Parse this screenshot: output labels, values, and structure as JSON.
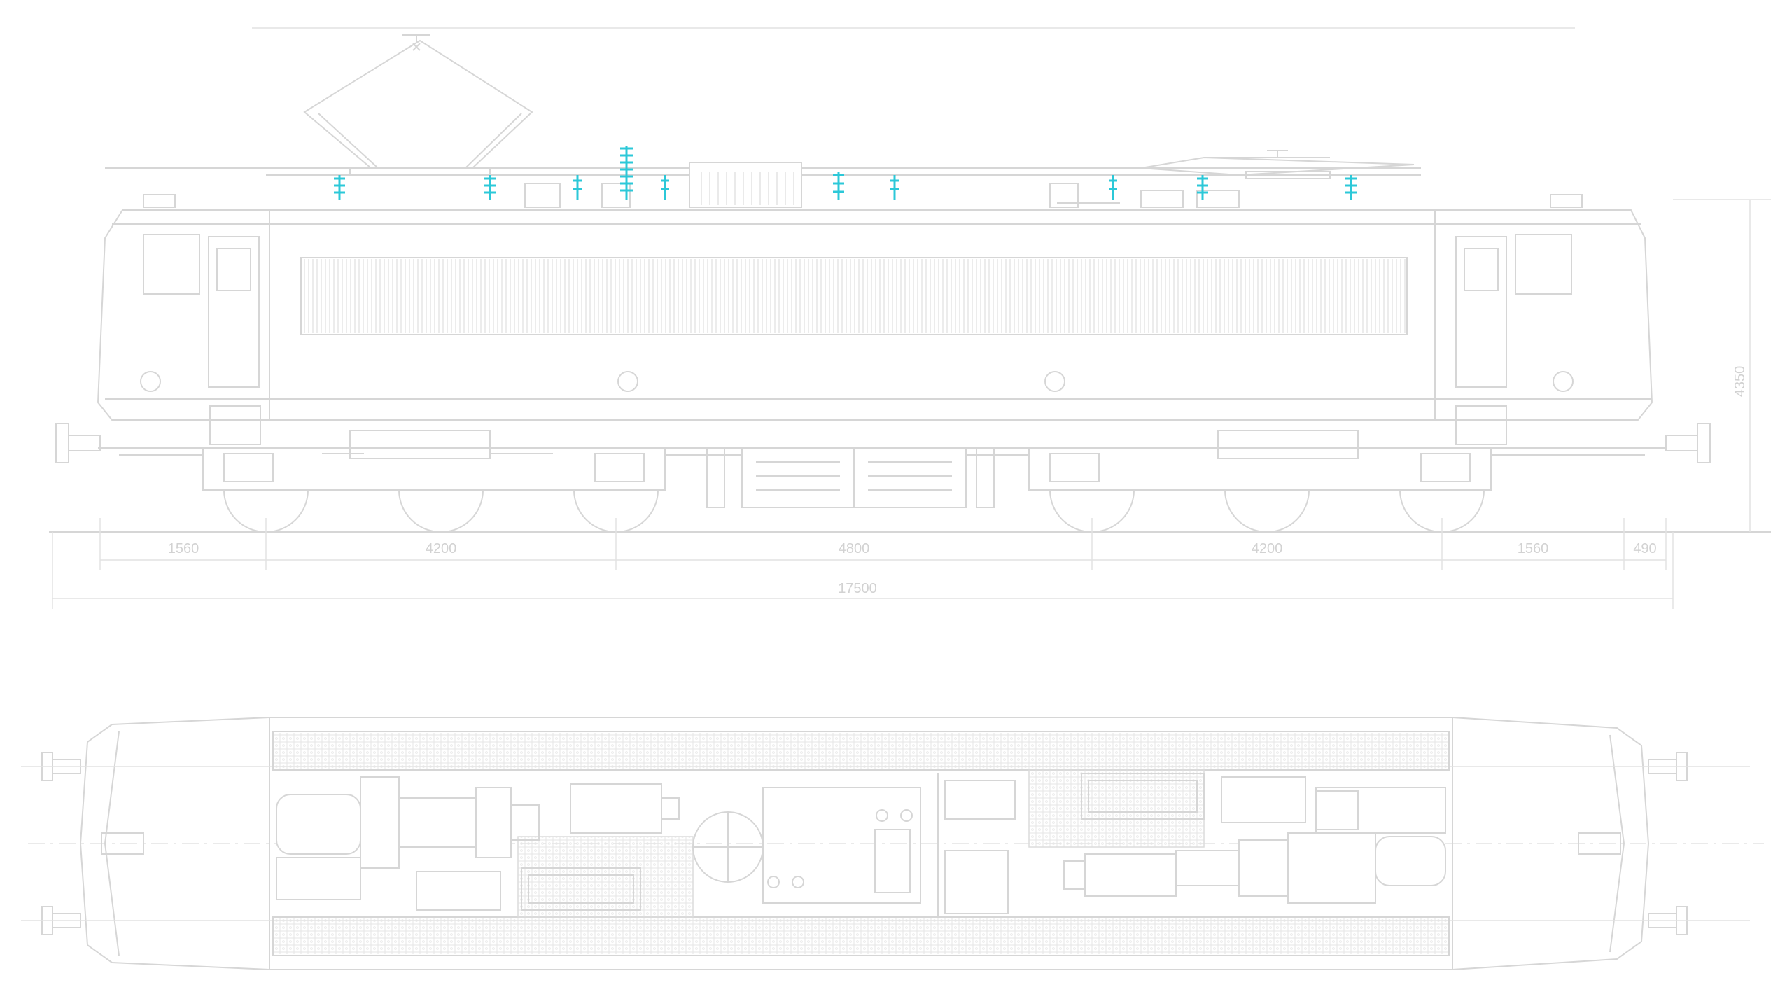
{
  "colors": {
    "line": "#d6d6d6",
    "insulator_accent": "#2cc8d8",
    "background": "#ffffff"
  },
  "dimensions": {
    "side_view": [
      "1560",
      "4200",
      "4800",
      "4200",
      "1560",
      "490"
    ],
    "overall_length": "17500",
    "height": "4350"
  }
}
